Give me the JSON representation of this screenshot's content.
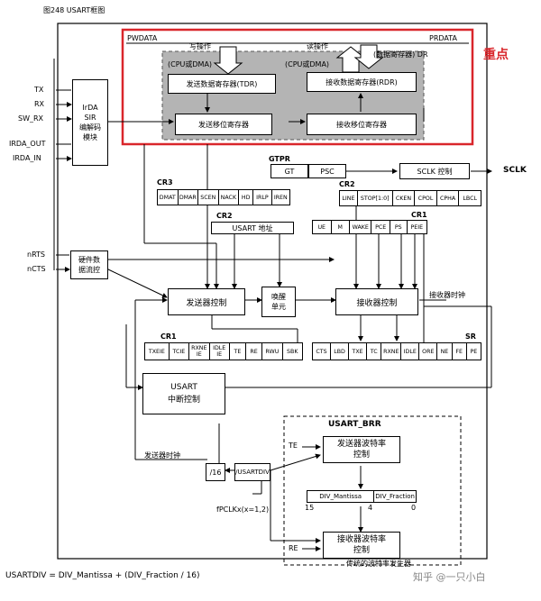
{
  "caption": "图248    USART框图",
  "highlight_label": "重点",
  "pwdata": "PWDATA",
  "prdata": "PRDATA",
  "write_op": "写操作",
  "read_op": "读操作",
  "cpu_dma_left": "(CPU或DMA)",
  "cpu_dma_right": "(CPU或DMA)",
  "data_reg_dr": "(数据寄存器) DR",
  "tdr": "发送数据寄存器(TDR)",
  "rdr": "接收数据寄存器(RDR)",
  "tx_shift": "发送移位寄存器",
  "rx_shift": "接收移位寄存器",
  "pins": {
    "tx": "TX",
    "rx": "RX",
    "sw_rx": "SW_RX",
    "irda_out": "IRDA_OUT",
    "irda_in": "IRDA_IN",
    "nrts": "nRTS",
    "ncts": "nCTS",
    "sclk": "SCLK"
  },
  "irda_block": "IrDA\nSIR\n编解码\n模块",
  "gtpr": "GTPR",
  "gt": "GT",
  "psc": "PSC",
  "sclk_ctrl": "SCLK 控制",
  "cr3": "CR3",
  "cr3_bits": [
    "DMAT",
    "DMAR",
    "SCEN",
    "NACK",
    "HD",
    "IRLP",
    "IREN"
  ],
  "cr2_top": "CR2",
  "cr2_bits": [
    "LINE",
    "STOP[1:0]",
    "CKEN",
    "CPOL",
    "CPHA",
    "LBCL"
  ],
  "cr2_mid": "CR2",
  "usart_addr": "USART 地址",
  "cr1_top": "CR1",
  "cr1_top_bits": [
    "UE",
    "M",
    "WAKE",
    "PCE",
    "PS",
    "PEIE"
  ],
  "hw_flow": "硬件数\n据流控",
  "tx_ctrl": "发送器控制",
  "wakeup": "唤醒\n单元",
  "rx_ctrl": "接收器控制",
  "rx_clock": "接收器时钟",
  "cr1_bottom": "CR1",
  "cr1_bits": [
    "TXEIE",
    "TCIE",
    "RXNE IE",
    "IDLE IE",
    "TE",
    "RE",
    "RWU",
    "SBK"
  ],
  "sr": "SR",
  "sr_bits": [
    "CTS",
    "LBD",
    "TXE",
    "TC",
    "RXNE",
    "IDLE",
    "ORE",
    "NE",
    "FE",
    "PE"
  ],
  "int_ctrl": "USART\n中断控制",
  "usart_brr": "USART_BRR",
  "te": "TE",
  "re": "RE",
  "tx_baud": "发送器波特率\n控制",
  "rx_baud": "接收器波特率\n控制",
  "div_mantissa": "DIV_Mantissa",
  "div_fraction": "DIV_Fraction",
  "bit15": "15",
  "bit4": "4",
  "bit0": "0",
  "tx_clock": "发送器时钟",
  "div16": "/16",
  "usartdiv": "/USARTDIV",
  "pclk": "fPCLKx(x=1,2)",
  "traditional": "传统的波特率发生器",
  "formula": "USARTDIV = DIV_Mantissa + (DIV_Fraction / 16)",
  "watermark": "知乎 @一只小白",
  "colors": {
    "highlight": "#d9262b",
    "shade": "#b4b4b4"
  }
}
